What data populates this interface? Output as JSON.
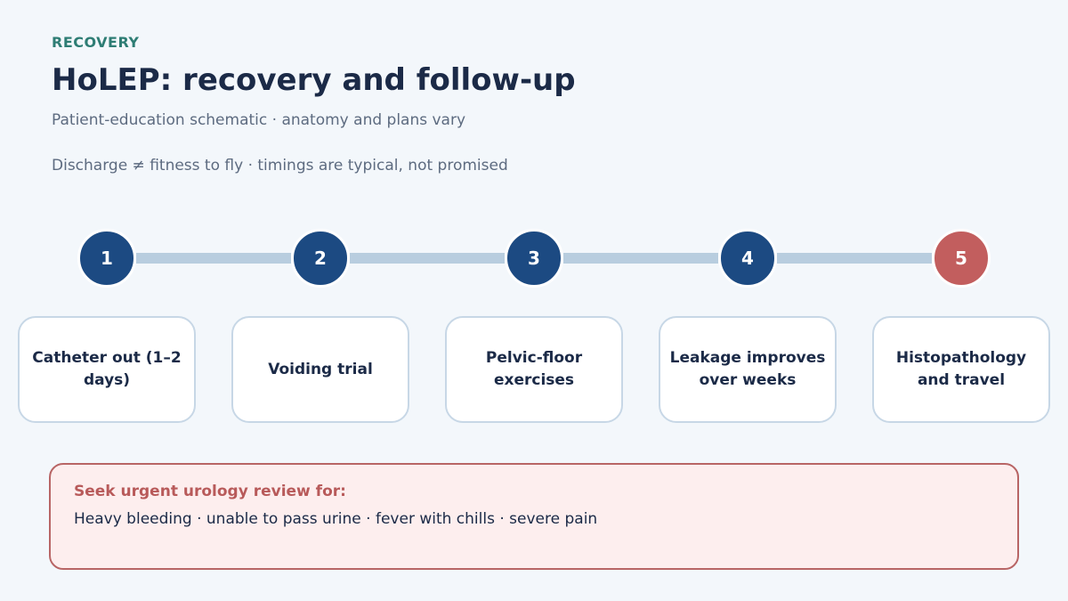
{
  "header": {
    "eyebrow": "RECOVERY",
    "title": "HoLEP: recovery and follow-up",
    "subtitle": "Patient-education schematic · anatomy and plans vary",
    "note": "Discharge ≠ fitness to fly · timings are typical, not promised"
  },
  "steps": [
    {
      "number": "1",
      "label": "Catheter out (1–2 days)"
    },
    {
      "number": "2",
      "label": "Voiding trial"
    },
    {
      "number": "3",
      "label": "Pelvic-floor exercises"
    },
    {
      "number": "4",
      "label": "Leakage improves over weeks"
    },
    {
      "number": "5",
      "label": "Histopathology and travel"
    }
  ],
  "alert": {
    "heading": "Seek urgent urology review for:",
    "body": "Heavy bleeding · unable to pass urine · fever with chills · severe pain"
  },
  "colors": {
    "background": "#f3f7fb",
    "step_circle": "#1c4a82",
    "final_step_circle": "#c25e5e",
    "connector": "#b8cddf",
    "eyebrow": "#2e7d74",
    "alert_border": "#b86565",
    "alert_fill": "#fdeeee"
  }
}
